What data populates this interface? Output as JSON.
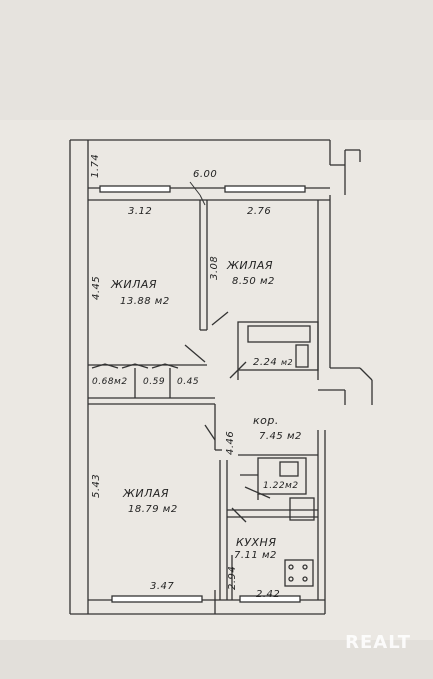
{
  "dimensions": {
    "top_strip": "1.74",
    "overall_width": "6.00",
    "room1_width": "3.12",
    "room2_width": "2.76",
    "room1_depth": "4.45",
    "room2_depth": "3.08",
    "closet1": "0.68",
    "closet1_unit": "м2",
    "closet2": "0.59",
    "closet3": "0.45",
    "corridor_depth": "4.46",
    "room3_depth": "5.43",
    "room3_width": "3.47",
    "kitchen_width": "2.42",
    "kitchen_depth": "2.94"
  },
  "rooms": [
    {
      "name": "ЖИЛАЯ",
      "area": "13.88 м2"
    },
    {
      "name": "ЖИЛАЯ",
      "area": "8.50 м2"
    },
    {
      "name": "ЖИЛАЯ",
      "area": "18.79 м2"
    },
    {
      "name": "КУХНЯ",
      "area": "7.11 м2"
    },
    {
      "name": "кор.",
      "area": "7.45 м2"
    }
  ],
  "bathroom": {
    "area": "2.24",
    "unit": "м2"
  },
  "toilet": {
    "area": "1.22",
    "unit": "м2"
  },
  "watermark": "REALT"
}
